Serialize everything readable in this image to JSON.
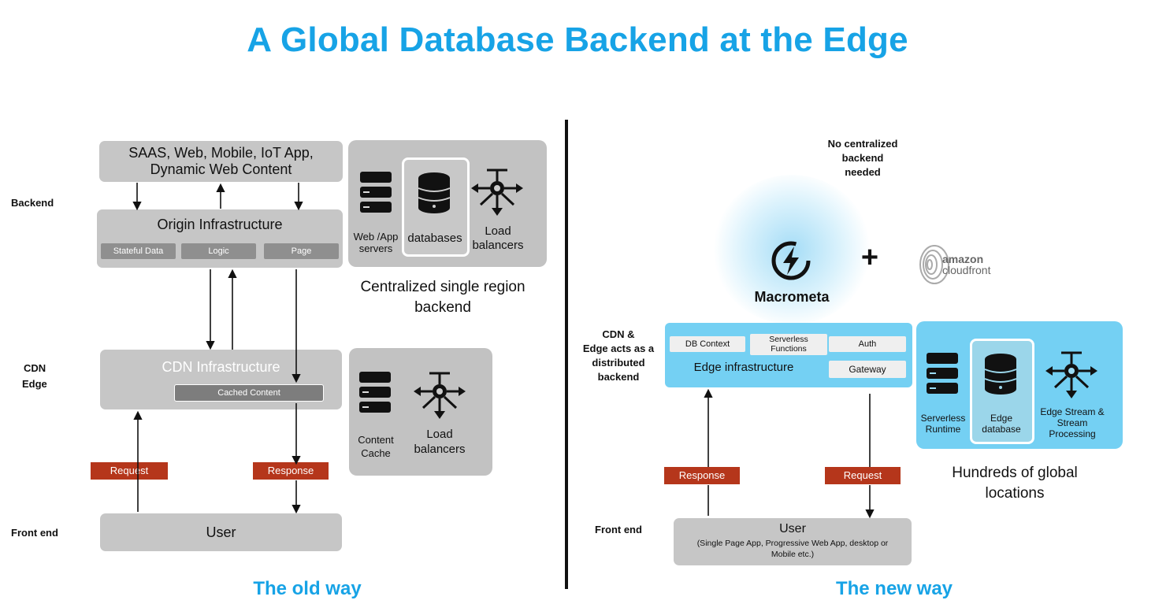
{
  "title": "A Global Database Backend at the Edge",
  "old": {
    "labels": {
      "backend": "Backend",
      "cdn_line1": "CDN",
      "cdn_line2": "Edge",
      "frontend": "Front end"
    },
    "saas_line1": "SAAS, Web, Mobile, IoT App,",
    "saas_line2": "Dynamic Web Content",
    "origin": "Origin Infrastructure",
    "origin_chips": [
      "Stateful Data",
      "Logic",
      "Page"
    ],
    "cdn_infra": "CDN Infrastructure",
    "cached_content": "Cached Content",
    "user": "User",
    "request": "Request",
    "response": "Response",
    "backend_panel": {
      "web_app_line1": "Web /App",
      "web_app_line2": "servers",
      "databases": "databases",
      "lb_line1": "Load",
      "lb_line2": "balancers"
    },
    "backend_caption_line1": "Centralized single region",
    "backend_caption_line2": "backend",
    "cdn_panel": {
      "cache_line1": "Content",
      "cache_line2": "Cache",
      "lb_line1": "Load",
      "lb_line2": "balancers"
    },
    "footer": "The old way"
  },
  "new": {
    "no_central_line1": "No centralized",
    "no_central_line2": "backend",
    "no_central_line3": "needed",
    "macrometa": "Macrometa",
    "plus": "+",
    "cloudfront_line1": "amazon",
    "cloudfront_line2": "cloudfront",
    "cdn_label": [
      "CDN &",
      "Edge acts as a",
      "distributed",
      "backend"
    ],
    "edge_chips": {
      "db_context": "DB Context",
      "serverless_line1": "Serverless",
      "serverless_line2": "Functions",
      "auth": "Auth",
      "gateway": "Gateway"
    },
    "edge_infra": "Edge infrastructure",
    "services": {
      "serverless_line1": "Serverless",
      "serverless_line2": "Runtime",
      "edge_db_line1": "Edge",
      "edge_db_line2": "database",
      "stream_line1": "Edge Stream &",
      "stream_line2": "Stream",
      "stream_line3": "Processing"
    },
    "caption_line1": "Hundreds of global",
    "caption_line2": "locations",
    "response": "Response",
    "request": "Request",
    "frontend": "Front end",
    "user": "User",
    "user_sub_line1": "(Single Page App, Progressive Web App, desktop or",
    "user_sub_line2": "Mobile etc.)",
    "footer": "The new way"
  },
  "colors": {
    "accent_blue": "#17a3e6",
    "tag_red": "#b5361b",
    "edge_cyan": "#74d0f3",
    "panel_gray": "#c2c2c2"
  }
}
